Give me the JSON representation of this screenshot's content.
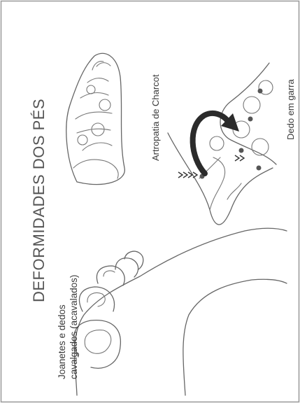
{
  "title": "DEFORMIDADES DOS PÉS",
  "labels": {
    "bunions_line1": "Joanetes e dedos",
    "bunions_line2": "cavalgados (acavalados)",
    "charcot": "Artropatia de Charcot",
    "claw_toe": "Dedo em garra"
  },
  "colors": {
    "frame": "#999999",
    "line_art": "#666666",
    "arrow": "#2b2b2b",
    "joint_marks": "#555555"
  },
  "icons": [
    "bunion-foot-illustration",
    "charcot-foot-illustration",
    "claw-toe-illustration",
    "curved-arrow-icon",
    "chevron-arrows-icon"
  ]
}
